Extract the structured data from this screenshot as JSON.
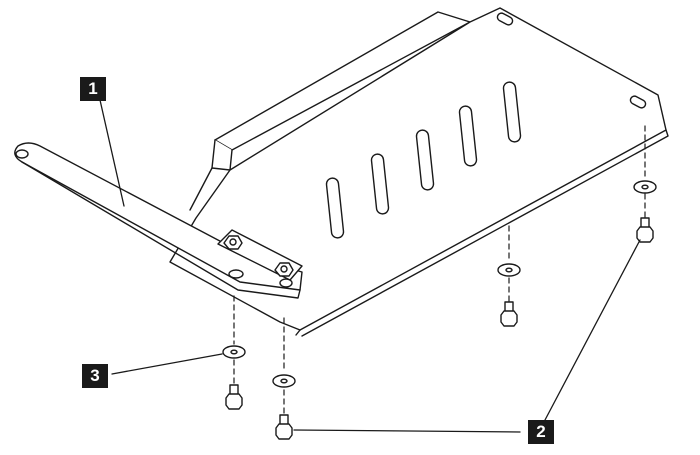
{
  "diagram": {
    "callouts": [
      {
        "id": "callout-1",
        "label": "1"
      },
      {
        "id": "callout-2",
        "label": "2"
      },
      {
        "id": "callout-3",
        "label": "3"
      }
    ],
    "colors": {
      "line": "#1a1a1a",
      "fill": "#ffffff",
      "callout_bg": "#1a1a1a",
      "callout_text": "#ffffff"
    }
  }
}
